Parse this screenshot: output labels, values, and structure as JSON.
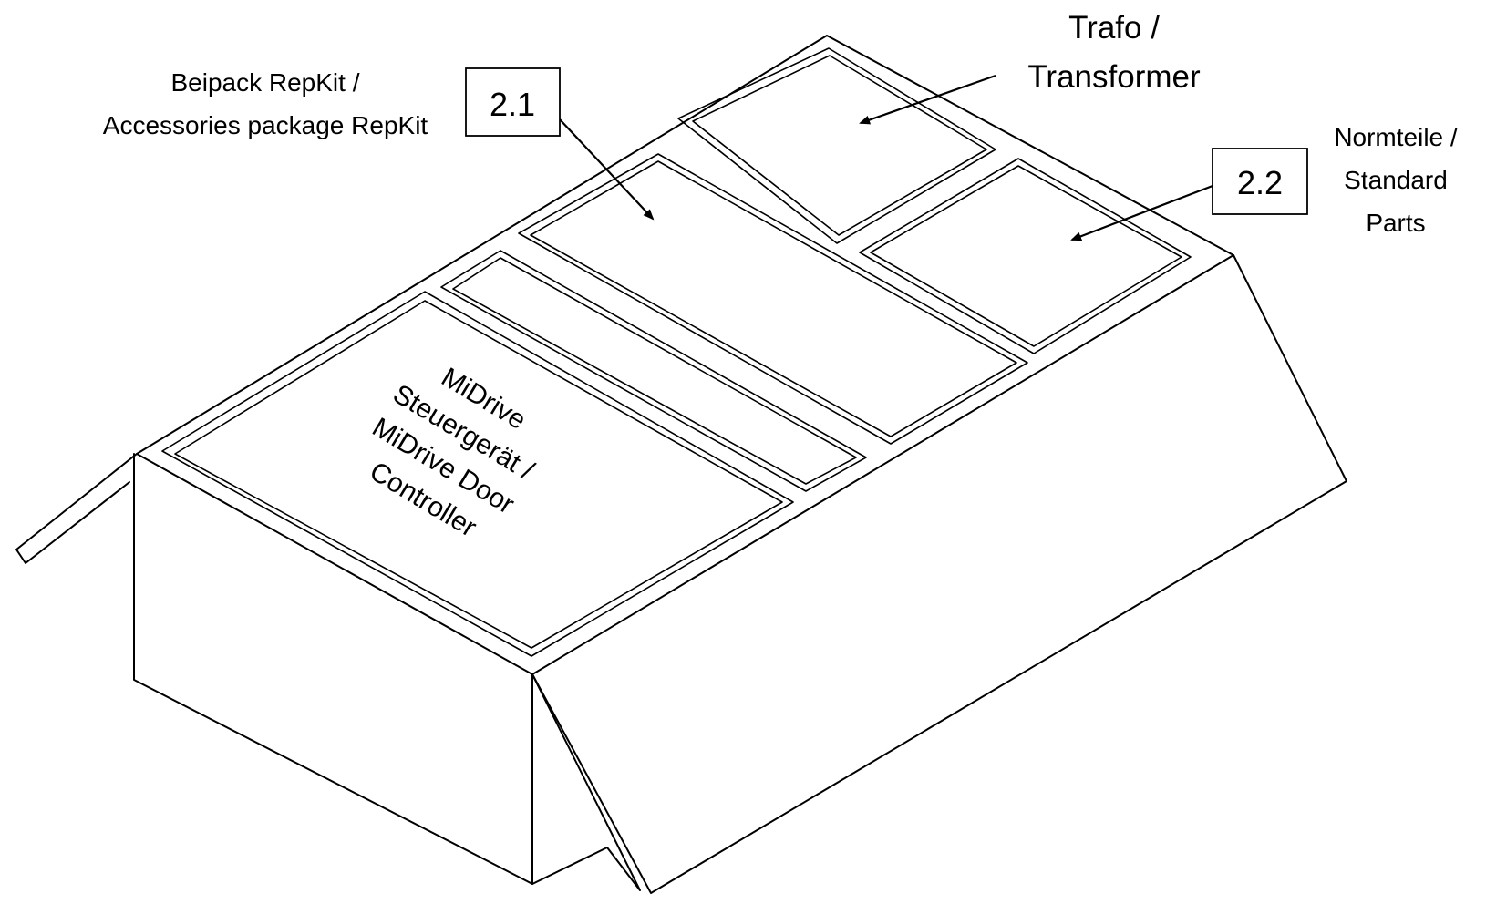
{
  "labels": {
    "trafo_line1": "Trafo /",
    "trafo_line2": "Transformer",
    "beipack_line1": "Beipack RepKit /",
    "beipack_line2": "Accessories package RepKit",
    "normteile_line1": "Normteile /",
    "normteile_line2": "Standard",
    "normteile_line3": "Parts",
    "controller_line1": "MiDrive",
    "controller_line2": "Steuergerät /",
    "controller_line3": "MiDrive Door",
    "controller_line4": "Controller"
  },
  "callouts": {
    "c21": "2.1",
    "c22": "2.2"
  },
  "colors": {
    "stroke": "#000000",
    "background": "#ffffff"
  }
}
